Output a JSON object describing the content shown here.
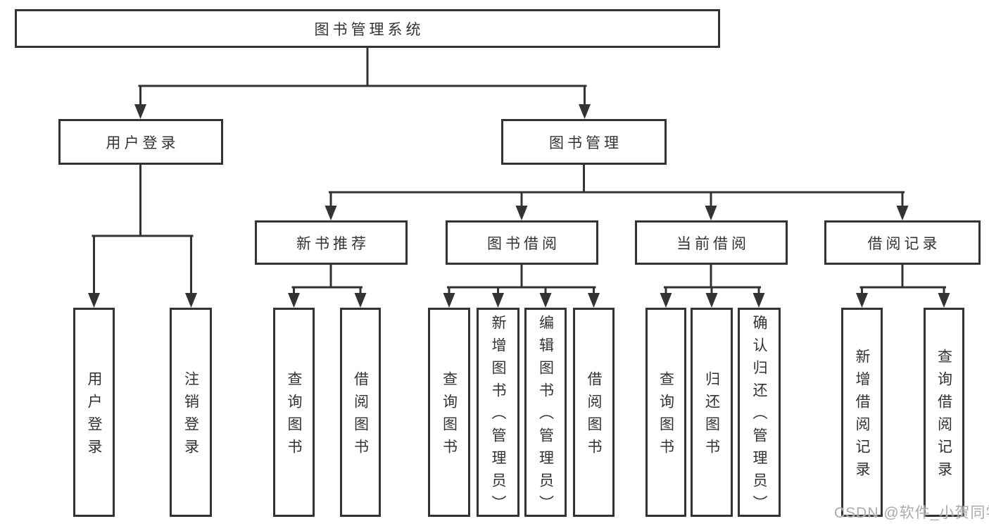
{
  "tree": {
    "label": "图书管理系统",
    "children": [
      {
        "label": "用户登录",
        "children": [
          {
            "label": "用户登录"
          },
          {
            "label": "注销登录"
          }
        ]
      },
      {
        "label": "图书管理",
        "children": [
          {
            "label": "新书推荐",
            "children": [
              {
                "label": "查询图书"
              },
              {
                "label": "借阅图书"
              }
            ]
          },
          {
            "label": "图书借阅",
            "children": [
              {
                "label": "查询图书"
              },
              {
                "label": "新增图书（管理员）"
              },
              {
                "label": "编辑图书（管理员）"
              },
              {
                "label": "借阅图书"
              }
            ]
          },
          {
            "label": "当前借阅",
            "children": [
              {
                "label": "查询图书"
              },
              {
                "label": "归还图书"
              },
              {
                "label": "确认归还（管理员）"
              }
            ]
          },
          {
            "label": "借阅记录",
            "children": [
              {
                "label": "新增借阅记录"
              },
              {
                "label": "查询借阅记录"
              }
            ]
          }
        ]
      }
    ]
  },
  "watermark": "CSDN @软件_小贺同学",
  "colors": {
    "line": "#333333",
    "text": "#333333",
    "background": "#ffffff",
    "watermark": "#ababab"
  }
}
